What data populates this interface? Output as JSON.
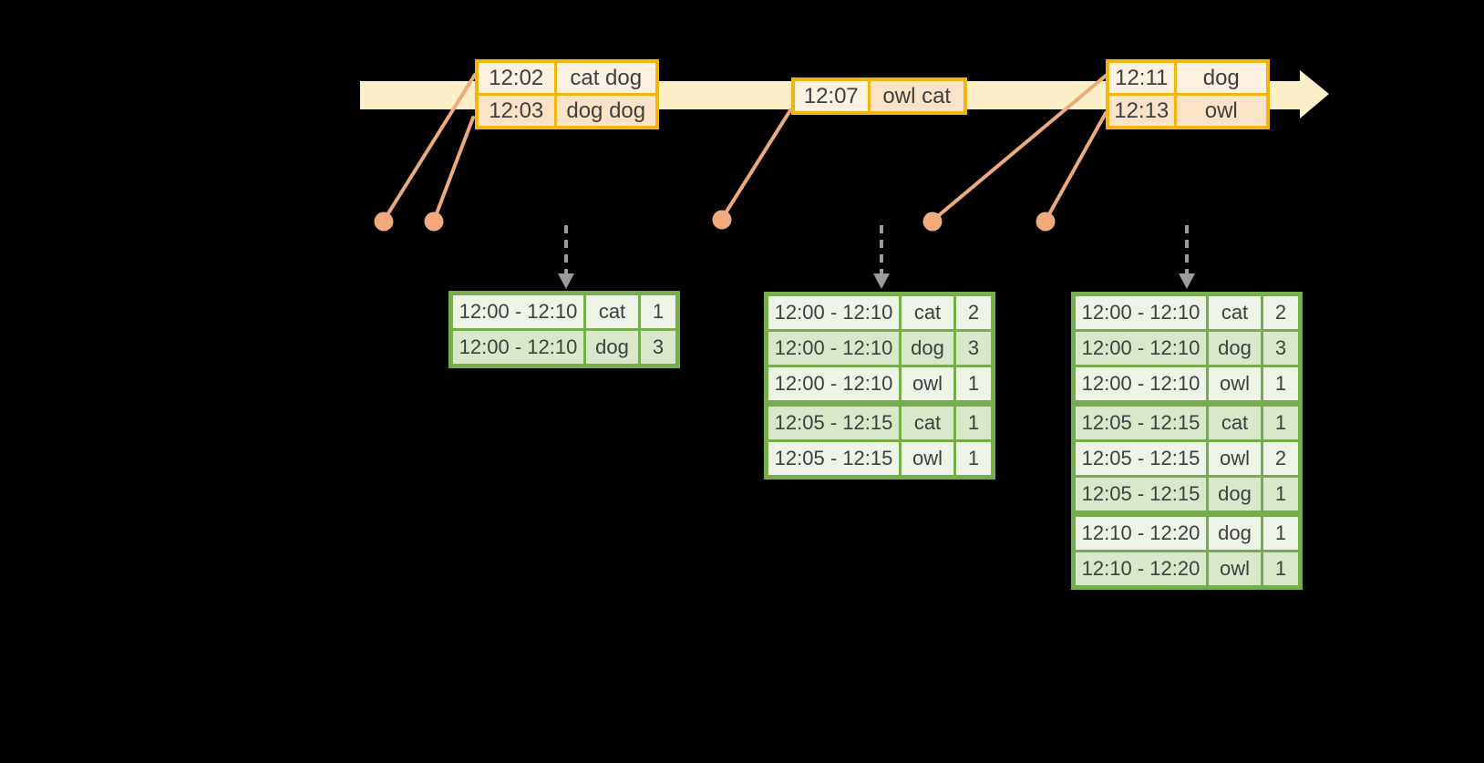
{
  "palette": {
    "background": "#000000",
    "timeline_fill": "#fdf0c9",
    "event_border": "#f0b511",
    "event_cell_dark": "#fae3c6",
    "event_cell_light": "#fdf2e2",
    "marker_orange": "#f0aa7c",
    "marker_line": "#ecaa7d",
    "result_border": "#76ad4d",
    "result_cell_dark": "#d9e7ca",
    "result_cell_light": "#eef3e7",
    "arrow_gray": "#9b9b9b",
    "text_color": "#3f3f3f"
  },
  "icons": {
    "timeline-arrowhead-icon": "right-pointing-triangle",
    "trigger-arrow-icon": "dashed-down-arrow",
    "event-time-dot": "filled-circle"
  },
  "timeline": {
    "events": [
      {
        "rows": [
          {
            "time": "12:02",
            "words": "cat dog"
          },
          {
            "time": "12:03",
            "words": "dog dog"
          }
        ]
      },
      {
        "rows": [
          {
            "time": "12:07",
            "words": "owl cat"
          }
        ]
      },
      {
        "rows": [
          {
            "time": "12:11",
            "words": "dog"
          },
          {
            "time": "12:13",
            "words": "owl"
          }
        ]
      }
    ]
  },
  "results": [
    {
      "rows": [
        {
          "window": "12:00 - 12:10",
          "word": "cat",
          "count": "1"
        },
        {
          "window": "12:00 - 12:10",
          "word": "dog",
          "count": "3"
        }
      ],
      "group_breaks": []
    },
    {
      "rows": [
        {
          "window": "12:00 - 12:10",
          "word": "cat",
          "count": "2"
        },
        {
          "window": "12:00 - 12:10",
          "word": "dog",
          "count": "3"
        },
        {
          "window": "12:00 - 12:10",
          "word": "owl",
          "count": "1"
        },
        {
          "window": "12:05 - 12:15",
          "word": "cat",
          "count": "1"
        },
        {
          "window": "12:05 - 12:15",
          "word": "owl",
          "count": "1"
        }
      ],
      "group_breaks": [
        3
      ]
    },
    {
      "rows": [
        {
          "window": "12:00 - 12:10",
          "word": "cat",
          "count": "2"
        },
        {
          "window": "12:00 - 12:10",
          "word": "dog",
          "count": "3"
        },
        {
          "window": "12:00 - 12:10",
          "word": "owl",
          "count": "1"
        },
        {
          "window": "12:05 - 12:15",
          "word": "cat",
          "count": "1"
        },
        {
          "window": "12:05 - 12:15",
          "word": "owl",
          "count": "2"
        },
        {
          "window": "12:05 - 12:15",
          "word": "dog",
          "count": "1"
        },
        {
          "window": "12:10 - 12:20",
          "word": "dog",
          "count": "1"
        },
        {
          "window": "12:10 - 12:20",
          "word": "owl",
          "count": "1"
        }
      ],
      "group_breaks": [
        3,
        6
      ]
    }
  ]
}
